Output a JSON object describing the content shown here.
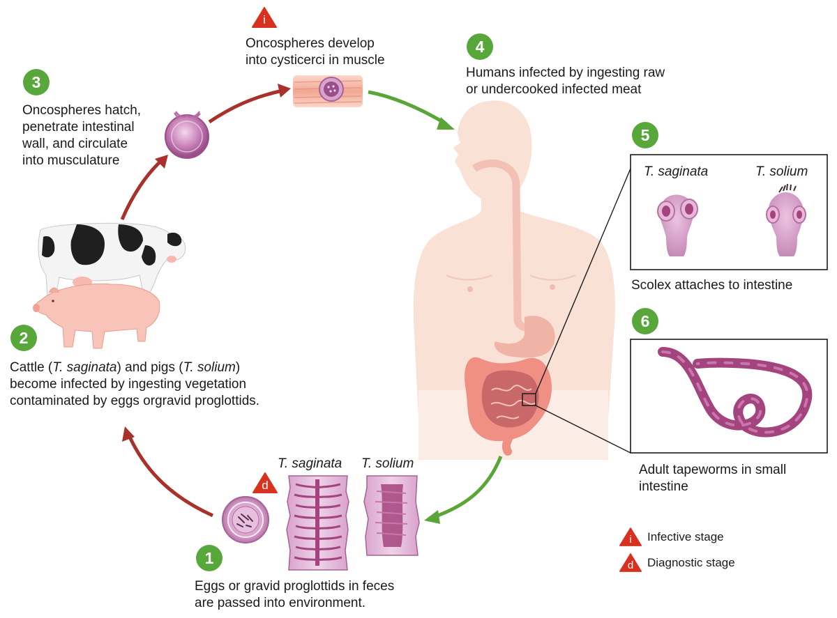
{
  "stages": [
    {
      "num": "1",
      "line1": "Eggs or gravid proglottids in feces",
      "line2": "are passed into environment."
    },
    {
      "num": "2",
      "line1_a": "Cattle (",
      "line1_b": "T. saginata",
      "line1_c": ") and pigs (",
      "line1_d": "T. solium",
      "line1_e": ")",
      "line2": "become infected by ingesting vegetation",
      "line3": "contaminated by eggs orgravid proglottids."
    },
    {
      "num": "3",
      "line1": "Oncospheres hatch,",
      "line2": "penetrate intestinal",
      "line3": "wall, and circulate",
      "line4": "into musculature"
    },
    {
      "num": "4",
      "line1": "Humans infected by ingesting raw",
      "line2": "or undercooked infected meat"
    },
    {
      "num": "5",
      "species_a": "T. saginata",
      "species_b": "T. solium",
      "caption": "Scolex attaches to intestine"
    },
    {
      "num": "6",
      "line1": "Adult tapeworms in small",
      "line2": "intestine"
    }
  ],
  "cysticerci": {
    "line1": "Oncospheres develop",
    "line2": "into cysticerci in muscle"
  },
  "proglottids": {
    "species_a": "T. saginata",
    "species_b": "T. solium"
  },
  "markers": {
    "infective": "i",
    "diagnostic": "d"
  },
  "legend": [
    {
      "symbol": "i",
      "label": "Infective stage"
    },
    {
      "symbol": "d",
      "label": "Diagnostic stage"
    }
  ],
  "colors": {
    "step": "#58a73a",
    "green_arrow": "#5aa537",
    "red_arrow": "#a8312c",
    "marker": "#d9311f",
    "body": "#f9e1d6",
    "worm": "#a4447f"
  }
}
